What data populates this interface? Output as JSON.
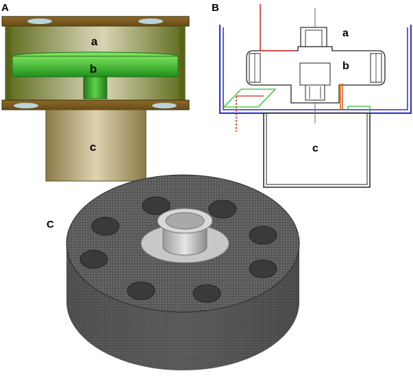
{
  "panels": {
    "a": {
      "title": "A",
      "labels": {
        "top": "a",
        "middle": "b",
        "bottom": "c"
      },
      "colors": {
        "frame": "#7a5a1e",
        "housing": "#6b7a24",
        "disk": "#3fbf2c",
        "base": "#b7a46e"
      }
    },
    "b": {
      "title": "B",
      "labels": {
        "top": "a",
        "middle": "b",
        "bottom": "c"
      },
      "colors": {
        "tank": "#2a2ab8",
        "wire_red": "#d02020",
        "wire_green": "#33bb33",
        "wire_orange": "#e08a10",
        "outline": "#222222"
      }
    },
    "c": {
      "title": "C",
      "colors": {
        "mesh": "#555555",
        "mesh_dark": "#3c3c3c",
        "insert": "#c8c8c8"
      }
    }
  }
}
